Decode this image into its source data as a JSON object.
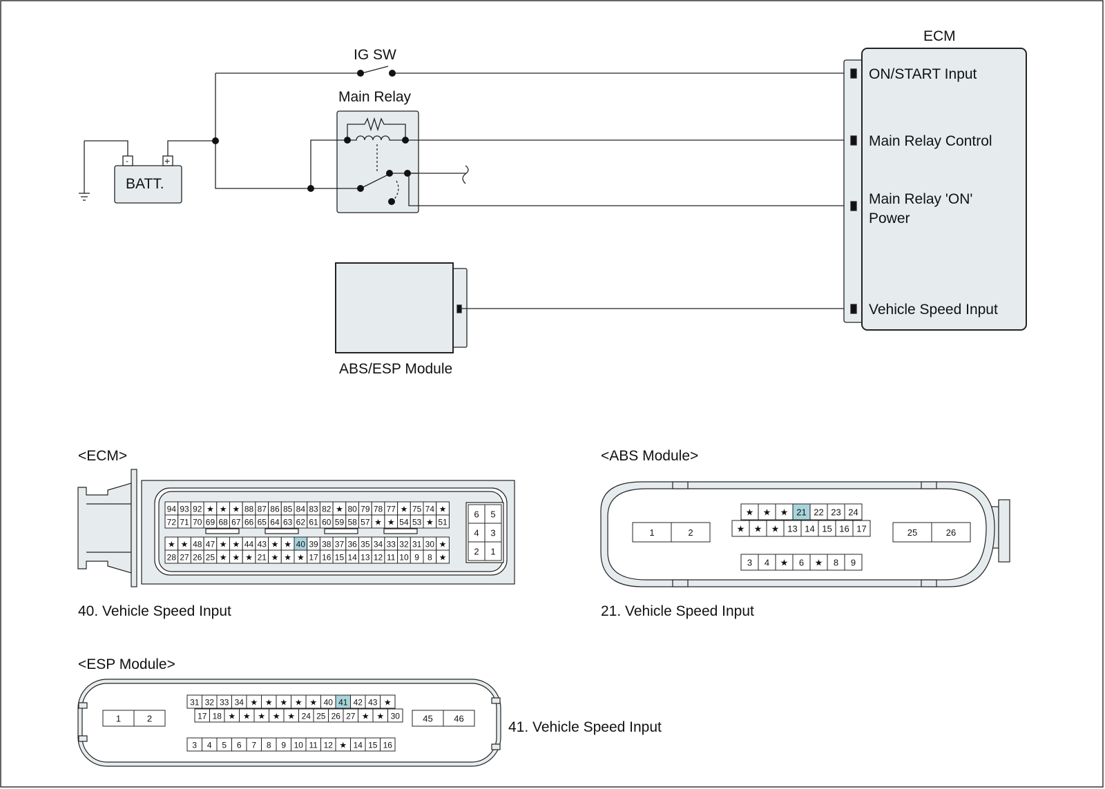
{
  "schematic": {
    "ig_sw": "IG SW",
    "main_relay": "Main Relay",
    "batt": "BATT.",
    "batt_minus": "-",
    "batt_plus": "+",
    "ecm_title": "ECM",
    "abs_esp_module": "ABS/ESP Module",
    "ecm_pins": [
      "ON/START Input",
      "Main Relay Control",
      "Main Relay 'ON'",
      "Power",
      "Vehicle Speed Input"
    ]
  },
  "connectors": {
    "highlight_color": "#a8d4dc",
    "body_fill": "#e6ecee",
    "ecm": {
      "title": "<ECM>",
      "caption": "40. Vehicle Speed Input",
      "highlight": "40",
      "rows": [
        [
          "94",
          "93",
          "92",
          "★",
          "★",
          "★",
          "88",
          "87",
          "86",
          "85",
          "84",
          "83",
          "82",
          "★",
          "80",
          "79",
          "78",
          "77",
          "★",
          "75",
          "74",
          "★"
        ],
        [
          "72",
          "71",
          "70",
          "69",
          "68",
          "67",
          "66",
          "65",
          "64",
          "63",
          "62",
          "61",
          "60",
          "59",
          "58",
          "57",
          "★",
          "★",
          "54",
          "53",
          "★",
          "51"
        ],
        [
          "★",
          "★",
          "48",
          "47",
          "★",
          "★",
          "44",
          "43",
          "★",
          "★",
          "40",
          "39",
          "38",
          "37",
          "36",
          "35",
          "34",
          "33",
          "32",
          "31",
          "30",
          "★"
        ],
        [
          "28",
          "27",
          "26",
          "25",
          "★",
          "★",
          "★",
          "21",
          "★",
          "★",
          "★",
          "17",
          "16",
          "15",
          "14",
          "13",
          "12",
          "11",
          "10",
          "9",
          "8",
          "★"
        ]
      ],
      "side_pins": [
        [
          "6",
          "5"
        ],
        [
          "4",
          "3"
        ],
        [
          "2",
          "1"
        ]
      ]
    },
    "abs": {
      "title": "<ABS Module>",
      "caption": "21. Vehicle Speed Input",
      "highlight": "21",
      "row1": [
        "★",
        "★",
        "★",
        "21",
        "22",
        "23",
        "24"
      ],
      "row2": [
        "★",
        "★",
        "★",
        "13",
        "14",
        "15",
        "16",
        "17"
      ],
      "row3": [
        "3",
        "4",
        "★",
        "6",
        "★",
        "8",
        "9"
      ],
      "left_pins": [
        "1",
        "2"
      ],
      "right_pins": [
        "25",
        "26"
      ]
    },
    "esp": {
      "title": "<ESP Module>",
      "caption": "41. Vehicle Speed Input",
      "highlight": "41",
      "row1": [
        "31",
        "32",
        "33",
        "34",
        "★",
        "★",
        "★",
        "★",
        "★",
        "40",
        "41",
        "42",
        "43",
        "★"
      ],
      "row2": [
        "17",
        "18",
        "★",
        "★",
        "★",
        "★",
        "★",
        "24",
        "25",
        "26",
        "27",
        "★",
        "★",
        "30"
      ],
      "row3": [
        "3",
        "4",
        "5",
        "6",
        "7",
        "8",
        "9",
        "10",
        "11",
        "12",
        "★",
        "14",
        "15",
        "16"
      ],
      "left_pins": [
        "1",
        "2"
      ],
      "right_pins": [
        "45",
        "46"
      ]
    }
  }
}
